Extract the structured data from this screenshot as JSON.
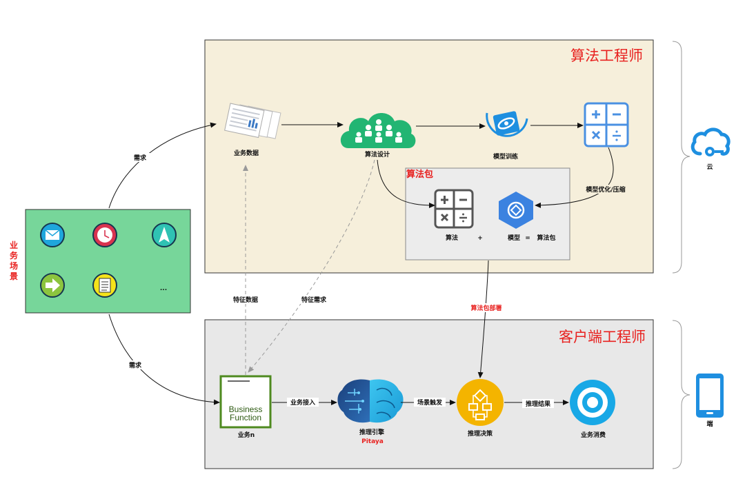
{
  "algo_section": {
    "title": "算法工程师",
    "cloud_label": "云"
  },
  "client_section": {
    "title": "客户端工程师",
    "device_label": "端"
  },
  "scene": {
    "label_chars": [
      "业",
      "务",
      "场",
      "景"
    ],
    "more": "..."
  },
  "algo_nodes": {
    "business_data": "业务数据",
    "algo_design": "算法设计",
    "model_training": "模型训练"
  },
  "package": {
    "title": "算法包",
    "algo": "算法",
    "plus": "+",
    "model": "模型",
    "equals": "=",
    "result": "算法包"
  },
  "client_nodes": {
    "business_fn_line1": "Business",
    "business_fn_line2": "Function",
    "business_n": "业务n",
    "inference_engine": "推理引擎",
    "inference_engine_sub": "Pitaya",
    "inference_decision": "推理决策",
    "business_consume": "业务消费"
  },
  "edges": {
    "demand_top": "需求",
    "demand_bottom": "需求",
    "feature_data": "特征数据",
    "feature_demand": "特征需求",
    "model_optimize": "模型优化/压缩",
    "package_deploy": "算法包部署",
    "business_access": "业务接入",
    "scene_trigger": "场景触发",
    "inference_result": "推理结果"
  },
  "colors": {
    "algo_bg": "#f6efdb",
    "client_bg": "#e8e8e8",
    "package_bg": "#ececec",
    "scene_bg": "#77d69a",
    "accent_red": "#e8211f",
    "cloud_blue": "#1e8fe0",
    "design_green": "#22b573",
    "decision_yellow": "#f4b400"
  }
}
